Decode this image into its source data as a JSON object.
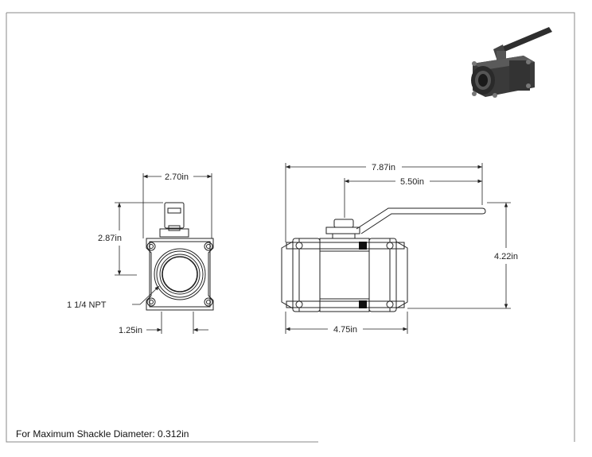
{
  "dimensions": {
    "front_width": "2.70in",
    "front_height": "2.87in",
    "thread_callout": "1 1/4 NPT",
    "front_offset": "1.25in",
    "side_overall_length": "7.87in",
    "handle_length": "5.50in",
    "side_height": "4.22in",
    "side_body_length": "4.75in"
  },
  "note": "For Maximum Shackle Diameter: 0.312in",
  "colors": {
    "line": "#222222",
    "border": "#888888",
    "valve_body": "#3a3a3a"
  }
}
